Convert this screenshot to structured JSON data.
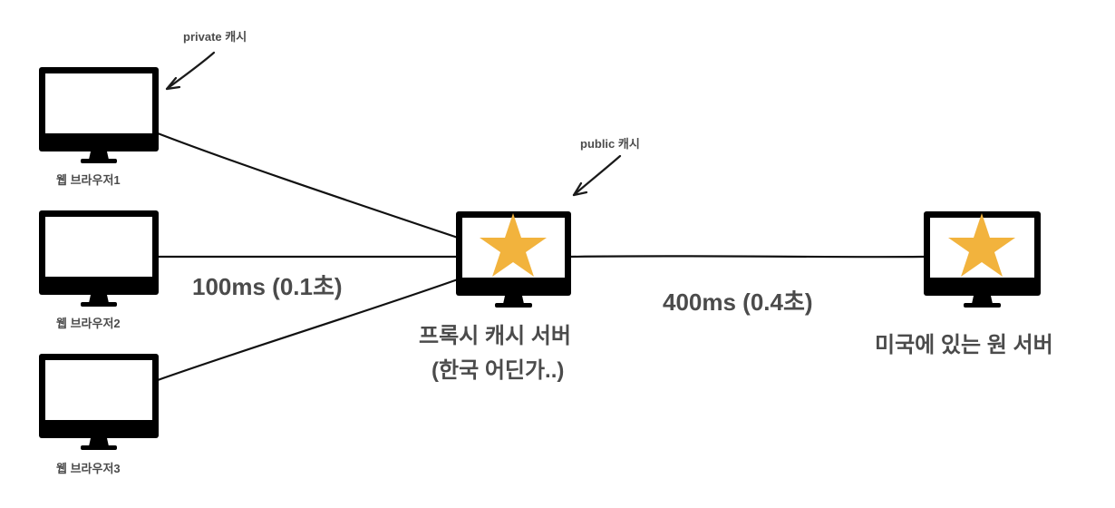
{
  "browsers": [
    {
      "label": "웹 브라우저1"
    },
    {
      "label": "웹 브라우저2"
    },
    {
      "label": "웹 브라우저3"
    }
  ],
  "annotations": {
    "private_cache": "private 캐시",
    "public_cache": "public 캐시"
  },
  "proxy_server": {
    "line1": "프록시 캐시 서버",
    "line2": "(한국 어딘가..)"
  },
  "origin_server": {
    "label": "미국에 있는 원 서버"
  },
  "latency": {
    "client_to_proxy": "100ms (0.1초)",
    "proxy_to_origin": "400ms (0.4초)"
  },
  "colors": {
    "monitor": "#000000",
    "star": "#f2b33d",
    "text": "#4b4b4b",
    "line": "#111111"
  },
  "icons": [
    "monitor-icon",
    "star-icon",
    "arrow-icon"
  ]
}
